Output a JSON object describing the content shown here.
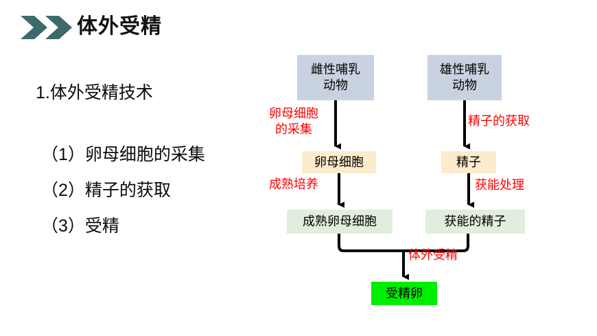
{
  "header": {
    "title": "体外受精",
    "icon": "double-chevron-icon",
    "icon_color": "#3d6b6b"
  },
  "left_panel": {
    "heading": "1.体外受精技术",
    "bullets": [
      "（1）卵母细胞的采集",
      "（2）精子的获取",
      "（3）受精"
    ]
  },
  "flowchart": {
    "nodes": [
      {
        "id": "female-mammal",
        "label": "雌性哺乳\n动物",
        "color": "#c9d2e0"
      },
      {
        "id": "male-mammal",
        "label": "雄性哺乳\n动物",
        "color": "#c9d2e0"
      },
      {
        "id": "oocyte",
        "label": "卵母细胞",
        "color": "#fdeccc"
      },
      {
        "id": "sperm",
        "label": "精子",
        "color": "#fdeccc"
      },
      {
        "id": "mature-oocyte",
        "label": "成熟卵母细胞",
        "color": "#e2eedd"
      },
      {
        "id": "capacitated-sperm",
        "label": "获能的精子",
        "color": "#e2eedd"
      },
      {
        "id": "zygote",
        "label": "受精卵",
        "color": "#00ee00"
      }
    ],
    "edge_labels": [
      {
        "id": "collect-oocyte",
        "label": "卵母细胞\n的采集",
        "color": "#ff0000"
      },
      {
        "id": "obtain-sperm",
        "label": "精子的获取",
        "color": "#ff0000"
      },
      {
        "id": "mature-culture",
        "label": "成熟培养",
        "color": "#ff0000"
      },
      {
        "id": "capacitation",
        "label": "获能处理",
        "color": "#ff0000"
      },
      {
        "id": "in-vitro-fert",
        "label": "体外受精",
        "color": "#ff0000"
      }
    ]
  }
}
